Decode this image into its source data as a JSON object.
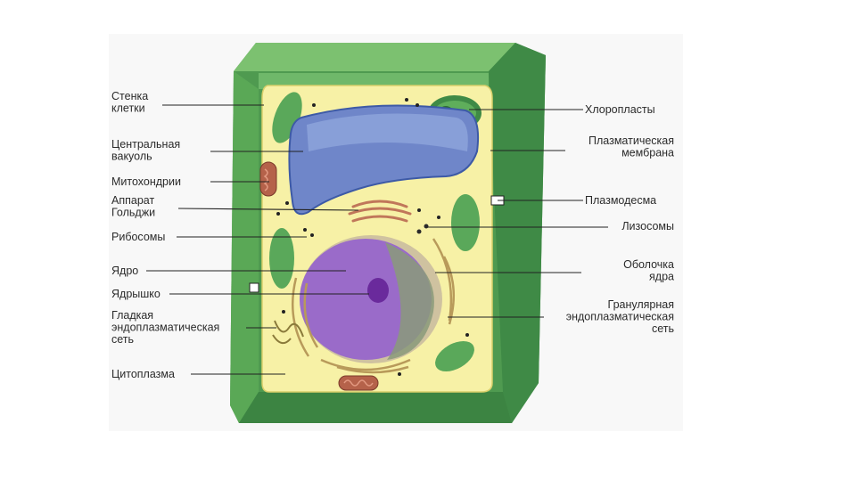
{
  "diagram": {
    "labels_left": [
      {
        "id": "cell-wall",
        "lines": [
          "Стенка",
          "клетки"
        ]
      },
      {
        "id": "central-vacuole",
        "lines": [
          "Центральная",
          "вакуоль"
        ]
      },
      {
        "id": "mitochondria",
        "lines": [
          "Митохондрии"
        ]
      },
      {
        "id": "golgi",
        "lines": [
          "Аппарат",
          "Гольджи"
        ]
      },
      {
        "id": "ribosomes",
        "lines": [
          "Рибосомы"
        ]
      },
      {
        "id": "nucleus",
        "lines": [
          "Ядро"
        ]
      },
      {
        "id": "nucleolus",
        "lines": [
          "Ядрышко"
        ]
      },
      {
        "id": "smooth-er",
        "lines": [
          "Гладкая",
          "эндоплазматическая",
          "сеть"
        ]
      },
      {
        "id": "cytoplasm",
        "lines": [
          "Цитоплазма"
        ]
      }
    ],
    "labels_right": [
      {
        "id": "chloroplasts",
        "lines": [
          "Хлоропласты"
        ]
      },
      {
        "id": "plasma-membrane",
        "lines": [
          "Плазматическая",
          "мембрана"
        ]
      },
      {
        "id": "plasmodesma",
        "lines": [
          "Плазмодесма"
        ]
      },
      {
        "id": "lysosomes",
        "lines": [
          "Лизосомы"
        ]
      },
      {
        "id": "nuclear-envelope",
        "lines": [
          "Оболочка",
          "ядра"
        ]
      },
      {
        "id": "rough-er",
        "lines": [
          "Гранулярная",
          "эндоплазматическая",
          "сеть"
        ]
      }
    ]
  },
  "colors": {
    "wall_dark": "#3f8a46",
    "wall_light": "#6fb86a",
    "cytoplasm": "#f7f1a6",
    "vacuole": "#6f86c9",
    "nucleus": "#9a6bc9",
    "nucleolus": "#6a2a9c",
    "chloroplast": "#5aa85a",
    "mitochondria": "#b5624a"
  }
}
